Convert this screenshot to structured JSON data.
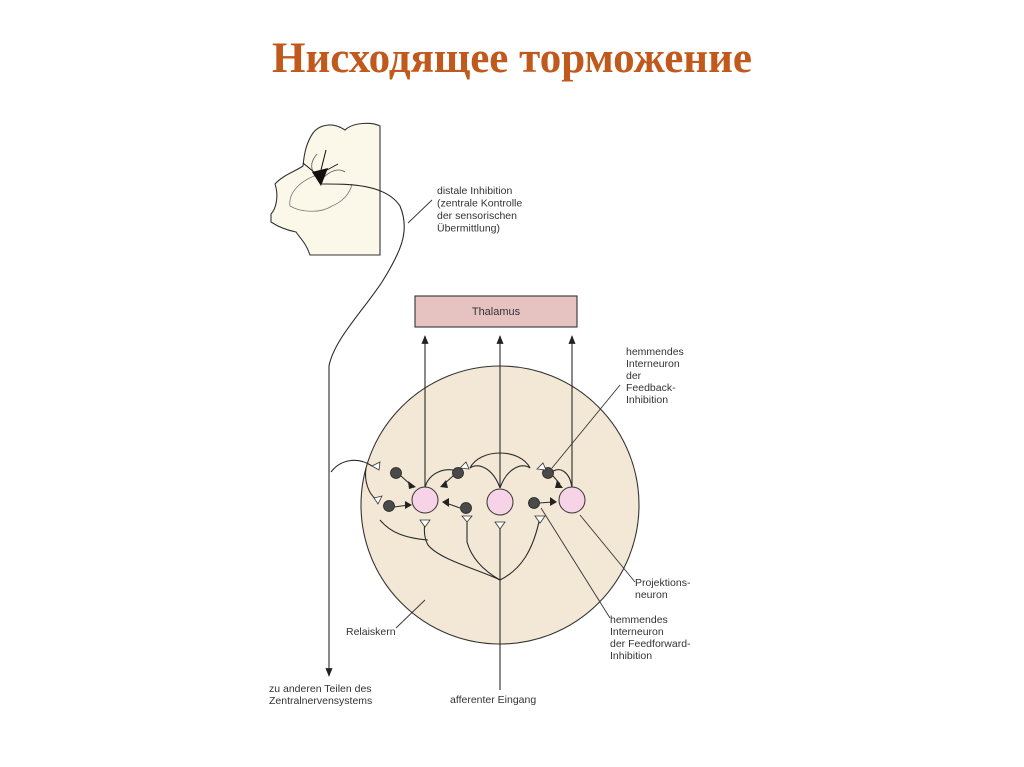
{
  "slide": {
    "title": "Нисходящее торможение"
  },
  "diagram": {
    "thalamus_label": "Thalamus",
    "distal_label": [
      "distale Inhibition",
      "(zentrale Kontrolle",
      "der sensorischen",
      "Übermittlung)"
    ],
    "feedback_label": [
      "hemmendes",
      "Interneuron",
      "der",
      "Feedback-",
      "Inhibition"
    ],
    "projection_label": [
      "Projektions-",
      "neuron"
    ],
    "feedforward_label": [
      "hemmendes",
      "Interneuron",
      "der Feedforward-",
      "Inhibition"
    ],
    "relay_label": "Relaiskern",
    "cns_label": [
      "zu anderen Teilen des",
      "Zentralnervensystems"
    ],
    "afferent_label": "afferenter Eingang"
  },
  "colors": {
    "title": "#c0591b",
    "cortex_fill": "#fbf8e9",
    "nucleus_fill": "#f3e8d6",
    "thalamus_fill": "#e6c3c0",
    "projection_neuron_fill": "#f6d3e6",
    "interneuron_fill": "#4a4a4a"
  }
}
